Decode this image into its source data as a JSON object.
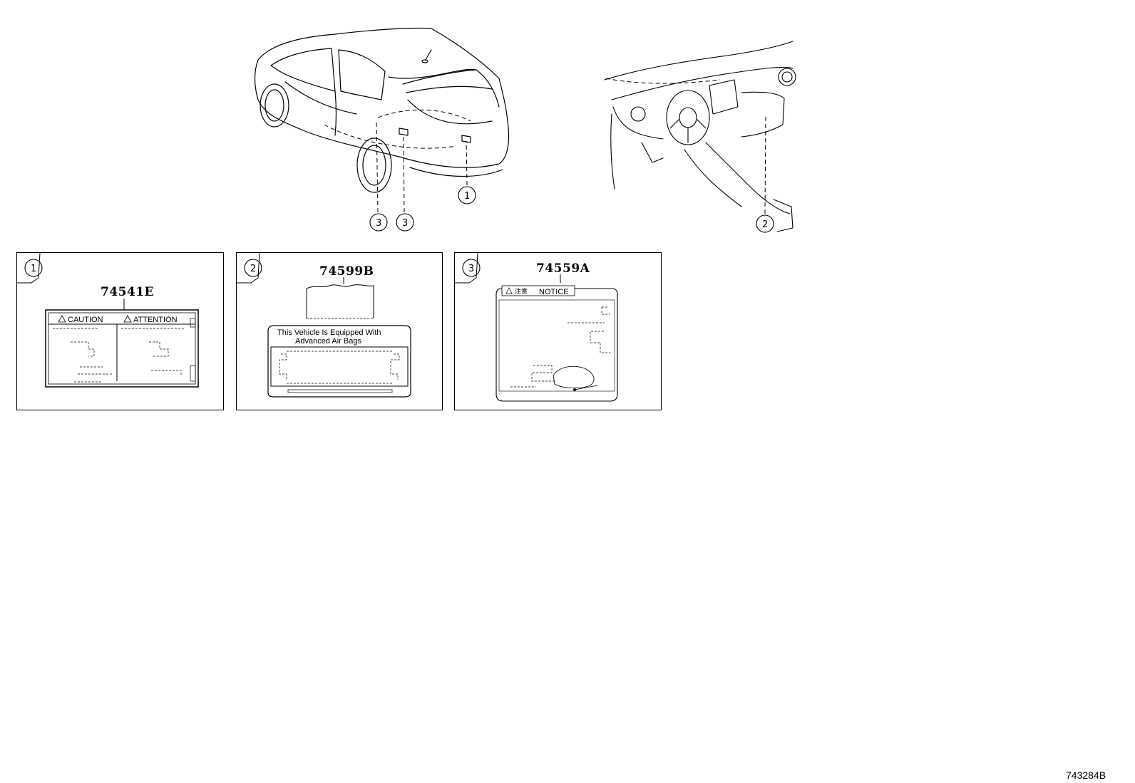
{
  "illustrations": {
    "car": {
      "callouts": [
        "1",
        "3",
        "3"
      ]
    },
    "dashboard": {
      "callouts": [
        "2"
      ]
    }
  },
  "panels": [
    {
      "index": "1",
      "part_number": "74541E",
      "label": {
        "caution": "CAUTION",
        "attention": "ATTENTION"
      }
    },
    {
      "index": "2",
      "part_number": "74599B",
      "label": {
        "line1": "This Vehicle Is Equipped With",
        "line2": "Advanced  Air  Bags"
      }
    },
    {
      "index": "3",
      "part_number": "74559A",
      "label": {
        "notice": "NOTICE"
      }
    }
  ],
  "figure_ref": "743284B"
}
